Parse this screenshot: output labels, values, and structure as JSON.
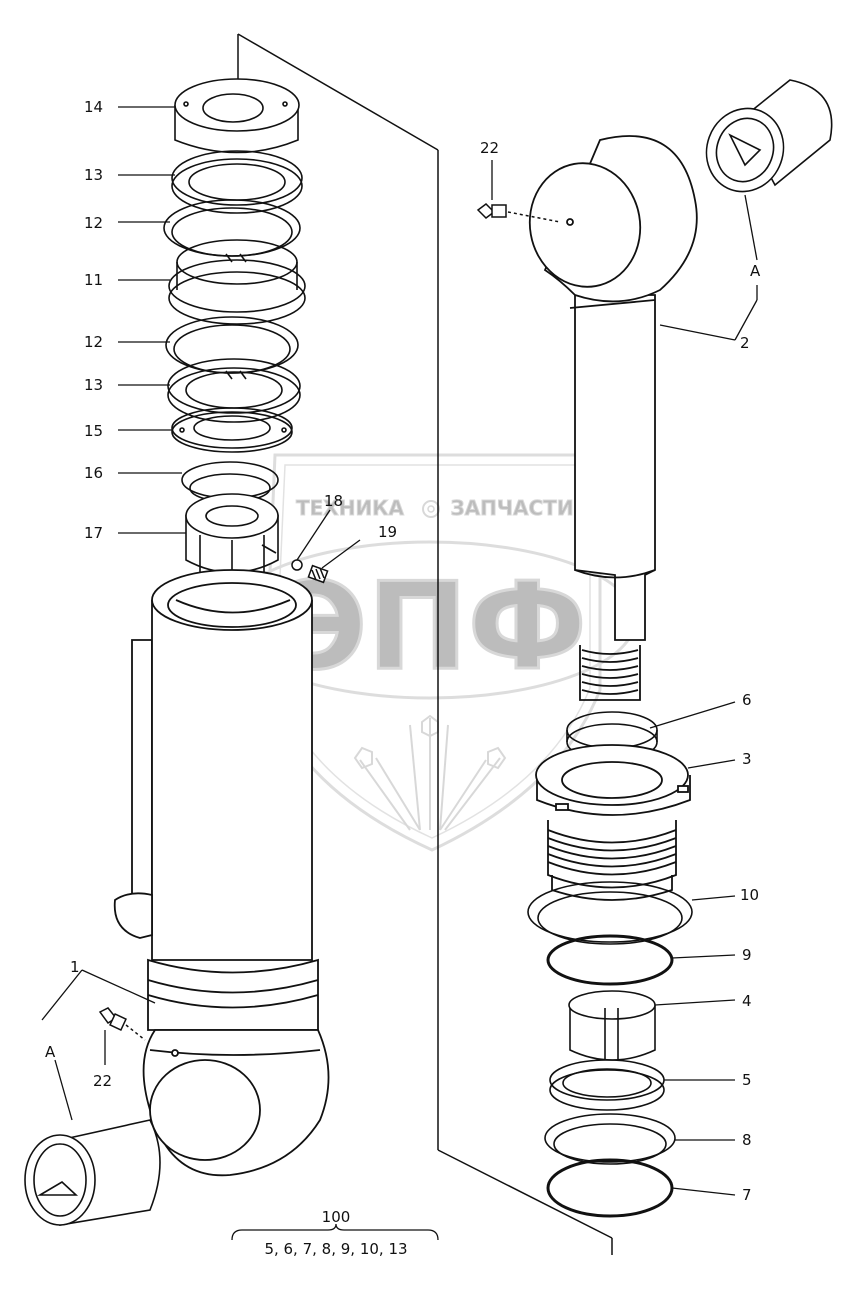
{
  "diagram": {
    "watermark": {
      "left_word": "ТЕХНИКА",
      "right_word": "ЗАПЧАСТИ",
      "logo_letters": "ЭПФ"
    },
    "callouts": [
      {
        "id": "c14",
        "text": "14"
      },
      {
        "id": "c13a",
        "text": "13"
      },
      {
        "id": "c12a",
        "text": "12"
      },
      {
        "id": "c11",
        "text": "11"
      },
      {
        "id": "c12b",
        "text": "12"
      },
      {
        "id": "c13b",
        "text": "13"
      },
      {
        "id": "c15",
        "text": "15"
      },
      {
        "id": "c16",
        "text": "16"
      },
      {
        "id": "c17",
        "text": "17"
      },
      {
        "id": "c18",
        "text": "18"
      },
      {
        "id": "c19",
        "text": "19"
      },
      {
        "id": "c22a",
        "text": "22"
      },
      {
        "id": "cAa",
        "text": "A"
      },
      {
        "id": "c2",
        "text": "2"
      },
      {
        "id": "c6",
        "text": "6"
      },
      {
        "id": "c3",
        "text": "3"
      },
      {
        "id": "c10",
        "text": "10"
      },
      {
        "id": "c9",
        "text": "9"
      },
      {
        "id": "c4",
        "text": "4"
      },
      {
        "id": "c5",
        "text": "5"
      },
      {
        "id": "c8",
        "text": "8"
      },
      {
        "id": "c7",
        "text": "7"
      },
      {
        "id": "c1",
        "text": "1"
      },
      {
        "id": "cAb",
        "text": "A"
      },
      {
        "id": "c22b",
        "text": "22"
      }
    ],
    "kit": {
      "number": "100",
      "contents": "5, 6, 7, 8, 9, 10, 13"
    }
  }
}
